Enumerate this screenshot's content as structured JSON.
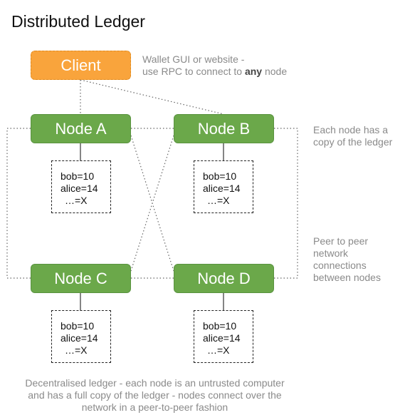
{
  "title": "Distributed Ledger",
  "client": {
    "label": "Client",
    "note_prefix": "Wallet GUI or website -",
    "note_line2": "use RPC to connect to ",
    "note_emphasis": "any",
    "note_suffix": " node"
  },
  "nodes": [
    {
      "label": "Node A",
      "ledger": [
        "bob=10",
        "alice=14",
        "…=X"
      ]
    },
    {
      "label": "Node B",
      "ledger": [
        "bob=10",
        "alice=14",
        "…=X"
      ]
    },
    {
      "label": "Node C",
      "ledger": [
        "bob=10",
        "alice=14",
        "…=X"
      ]
    },
    {
      "label": "Node D",
      "ledger": [
        "bob=10",
        "alice=14",
        "…=X"
      ]
    }
  ],
  "notes": {
    "copy_line1": "Each node has a",
    "copy_line2": "copy of the ledger",
    "p2p_lines": [
      "Peer to peer",
      "network",
      "connections",
      "between nodes"
    ]
  },
  "footer": {
    "line1": "Decentralised ledger - each node is an untrusted computer",
    "line2": "and has a full copy of the ledger - nodes connect over the",
    "line3": "network in a peer-to-peer fashion"
  },
  "colors": {
    "client_fill": "#f9a43c",
    "node_fill": "#6ba84a",
    "note_text": "#8a8a8a",
    "connector": "#555555"
  }
}
